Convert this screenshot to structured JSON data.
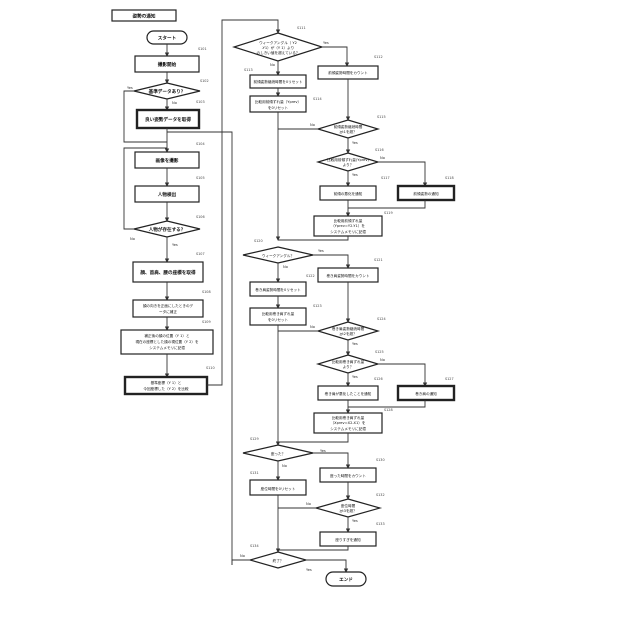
{
  "title": "姿勢の通知",
  "nodes": {
    "start": "スタート",
    "s1": "撮影開始",
    "s2": "基準データあり？",
    "s3": "良い姿勢データを取得",
    "s4": "画像を撮影",
    "s5": "人物検出",
    "s6": "人物が存在する？",
    "s7": "顔、首肩、腰の座標を取得",
    "s8a": "顔の向きを正面にしたときのデ",
    "s8b": "ータに補正",
    "s9a": "補正後の顔の位置（Y 1）と",
    "s9b": "現在の座標とした顔の現位置（Y 2）を",
    "s9c": "システムメモリに記憶",
    "s10a": "基準座標（Y 1）と",
    "s10b": "今回座標した（Y 2）を比較",
    "s11a": "ウィークアングル（ Y2",
    "s11b": "-Y1）が（Y 1）より",
    "s11c": "のしきい値を超えている？",
    "s12": "前傾姿勢時間をカウント",
    "s13": "前傾姿勢継続時間を0リセット",
    "s14a": "比較用前傾ずれ量（Yprev）",
    "s14b": "を0リセット",
    "s15a": "前傾姿勢継続時間",
    "s15b": "≧t1を超？",
    "s16a": "比較用前傾ずれ量(Yprev)",
    "s16b": "より？",
    "s17": "前傾の悪化を通知",
    "s18": "前傾姿勢の通知",
    "s19a": "比較用前傾ずれ量",
    "s19b": "（Yprev=Y2-Y1）を",
    "s19c": "システムメモリに記憶",
    "s20": "ウィークアングル？",
    "s21": "巻き肩姿勢時間をカウント",
    "s22": "巻き肩姿勢時間を0リセット",
    "s23a": "比較用巻き肩ずれ量",
    "s23b": "を0リセット",
    "s24a": "巻き肩姿勢継続時間",
    "s24b": "≧t2を超？",
    "s25a": "比較用巻き肩ずれ量",
    "s25b": "より？",
    "s26": "巻き肩が悪化したことを通知",
    "s27": "巻き肩の通知",
    "s28a": "比較用巻き肩ずれ量",
    "s28b": "（Xprev=X2-X1）を",
    "s28c": "システムメモリに記憶",
    "s29": "座った？",
    "s30": "座った時間をカウント",
    "s31": "座位時間を0リセット",
    "s32a": "座位時間",
    "s32b": "≧t3を超？",
    "s33": "座りすぎを通知",
    "s34": "終了？",
    "end": "エンド"
  },
  "refs": [
    "S101",
    "S102",
    "S103",
    "S104",
    "S105",
    "S106",
    "S107",
    "S108",
    "S109",
    "S110",
    "S111",
    "S112",
    "S113",
    "S114",
    "S115",
    "S116",
    "S117",
    "S118",
    "S119",
    "S120",
    "S121",
    "S122",
    "S123",
    "S124",
    "S125",
    "S126",
    "S127",
    "S128",
    "S129",
    "S130",
    "S131",
    "S132",
    "S133",
    "S134"
  ],
  "labels": {
    "yes": "Yes",
    "no": "No"
  }
}
